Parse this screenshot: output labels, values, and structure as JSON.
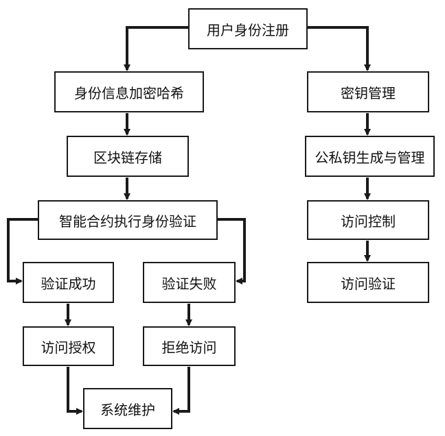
{
  "nodes": {
    "registration": "用户身份注册",
    "encryption": "身份信息加密哈希",
    "blockchain_storage": "区块链存储",
    "smart_contract": "智能合约执行身份验证",
    "verify_success": "验证成功",
    "verify_fail": "验证失败",
    "access_granted": "访问授权",
    "access_denied": "拒绝访问",
    "maintenance": "系统维护",
    "key_management": "密钥管理",
    "key_generation": "公私钥生成与管理",
    "access_control": "访问控制",
    "access_verification": "访问验证"
  },
  "edges": [
    [
      "registration",
      "encryption"
    ],
    [
      "registration",
      "key_management"
    ],
    [
      "encryption",
      "blockchain_storage"
    ],
    [
      "blockchain_storage",
      "smart_contract"
    ],
    [
      "smart_contract",
      "verify_success"
    ],
    [
      "smart_contract",
      "verify_fail"
    ],
    [
      "verify_success",
      "access_granted"
    ],
    [
      "verify_fail",
      "access_denied"
    ],
    [
      "access_granted",
      "maintenance"
    ],
    [
      "access_denied",
      "maintenance"
    ],
    [
      "key_management",
      "key_generation"
    ],
    [
      "key_generation",
      "access_control"
    ],
    [
      "access_control",
      "access_verification"
    ]
  ],
  "colors": {
    "line": "#1a1a1a",
    "box_border": "#1a1a1a",
    "text": "#111111",
    "background": "#ffffff"
  }
}
